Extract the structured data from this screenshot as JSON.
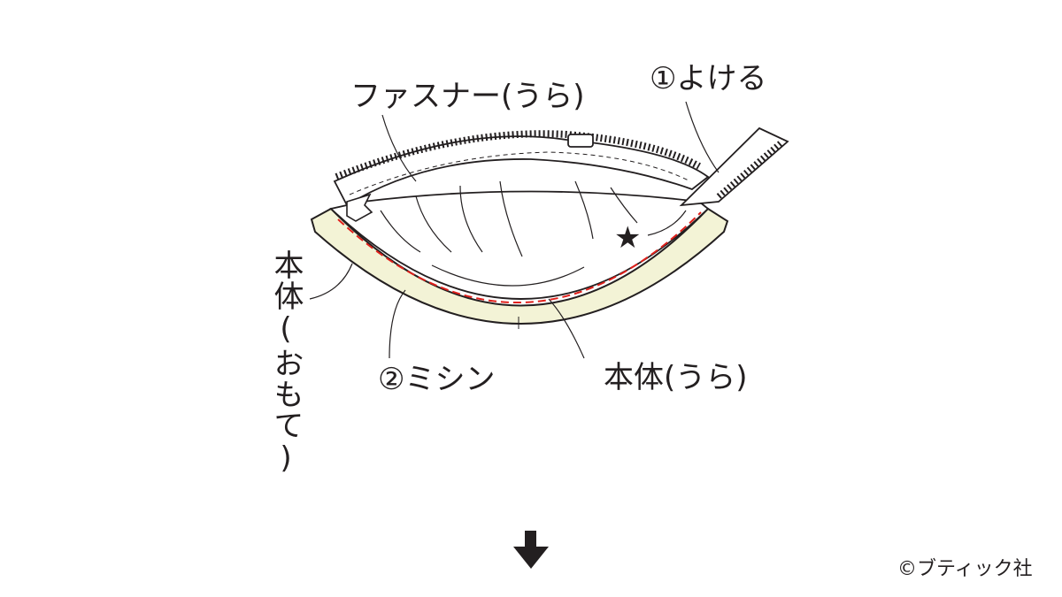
{
  "labels": {
    "zipper_back": "ファスナー(うら)",
    "step1": "①よける",
    "body_front": "本体(おもて)",
    "step2": "②ミシン",
    "body_back": "本体(うら)",
    "star": "★"
  },
  "copyright": "©ブティック社",
  "icons": {
    "down_arrow": "down-arrow-icon"
  },
  "colors": {
    "line": "#231f20",
    "stitch": "#e0201b",
    "seam_allowance": "#f3f3d6"
  }
}
